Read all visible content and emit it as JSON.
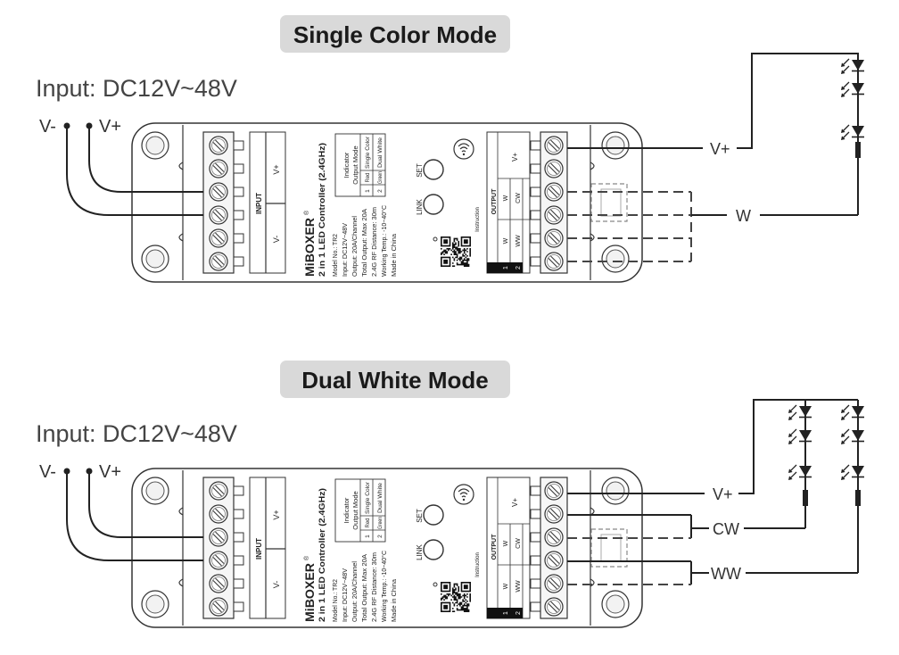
{
  "diagrams": [
    {
      "title": "Single Color Mode",
      "input_label": "Input: DC12V~48V",
      "wire_vminus": "V-",
      "wire_vplus": "V+",
      "outputs": {
        "vplus": "V+",
        "w": "W"
      }
    },
    {
      "title": "Dual White Mode",
      "input_label": "Input: DC12V~48V",
      "wire_vminus": "V-",
      "wire_vplus": "V+",
      "outputs": {
        "vplus": "V+",
        "cw": "CW",
        "ww": "WW"
      }
    }
  ],
  "device": {
    "brand": "MiBOXER",
    "brand_mark": "®",
    "product_name": "2 in 1 LED Controller (2.4GHz)",
    "specs": [
      "Model No.: TR2",
      "Input: DC12V~48V",
      "Output: 20A/Channel",
      "Total Output: Max 20A",
      "2.4G RF Distance: 30m",
      "Working Temp.: -10~40°C",
      "Made in China"
    ],
    "input_panel": {
      "label": "INPUT",
      "vplus": "V+",
      "vminus": "V-"
    },
    "indicator_table": {
      "header": [
        "Indicator",
        "Output Mode"
      ],
      "rows": [
        {
          "num": "1",
          "color": "Red",
          "mode": "Single Color"
        },
        {
          "num": "2",
          "color": "Green",
          "mode": "Dual White"
        }
      ]
    },
    "set_label": "SET",
    "link_label": "LINK",
    "instruction_label": "Instruction",
    "output_panel": {
      "label": "OUTPUT",
      "vplus": "V+",
      "rows": [
        {
          "num": "1",
          "ch1": "W",
          "ch2": "W"
        },
        {
          "num": "2",
          "ch1": "WW",
          "ch2": "CW"
        }
      ]
    }
  },
  "colors": {
    "title_box": "#d9d9d9",
    "line": "#222222",
    "housing": "#ffffff"
  }
}
